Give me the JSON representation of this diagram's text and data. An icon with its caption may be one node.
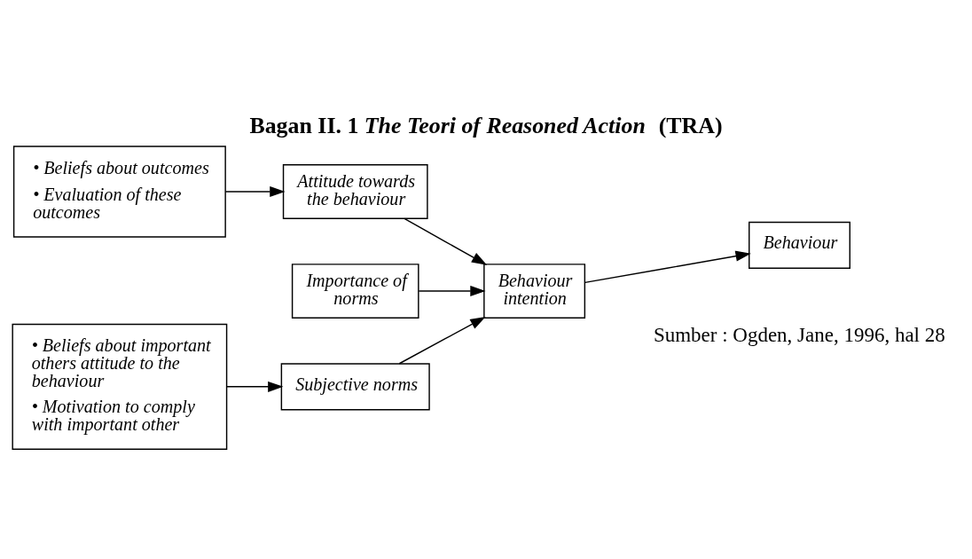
{
  "diagram": {
    "title": "Bagan II. 1 *The Teori of Reasoned Action* (TRA)",
    "nodes": [
      {
        "text": [
          "• Beliefs about outcomes",
          "• Evaluation of these outcomes"
        ]
      },
      {
        "text": [
          "Attitude towards the behaviour"
        ]
      },
      {
        "text": [
          "Importance of norms"
        ]
      },
      {
        "text": [
          "Behaviour intention"
        ]
      },
      {
        "text": [
          "Behaviour"
        ]
      },
      {
        "text": [
          "• Beliefs about important others attitude to the behaviour",
          "• Motivation to comply with important other"
        ]
      },
      {
        "text": [
          "Subjective norms"
        ]
      }
    ],
    "edges": [
      {
        "from": 0,
        "to": 1,
        "arrow": "to"
      },
      {
        "from": 1,
        "to": 3,
        "arrow": "to"
      },
      {
        "from": 2,
        "to": 3,
        "arrow": "to"
      },
      {
        "from": 3,
        "to": 4,
        "arrow": "to"
      },
      {
        "from": 5,
        "to": 6,
        "arrow": "to"
      },
      {
        "from": 6,
        "to": 3,
        "arrow": "to"
      }
    ],
    "labels": [
      "Sumber : Ogden, Jane, 1996, hal 28"
    ]
  }
}
